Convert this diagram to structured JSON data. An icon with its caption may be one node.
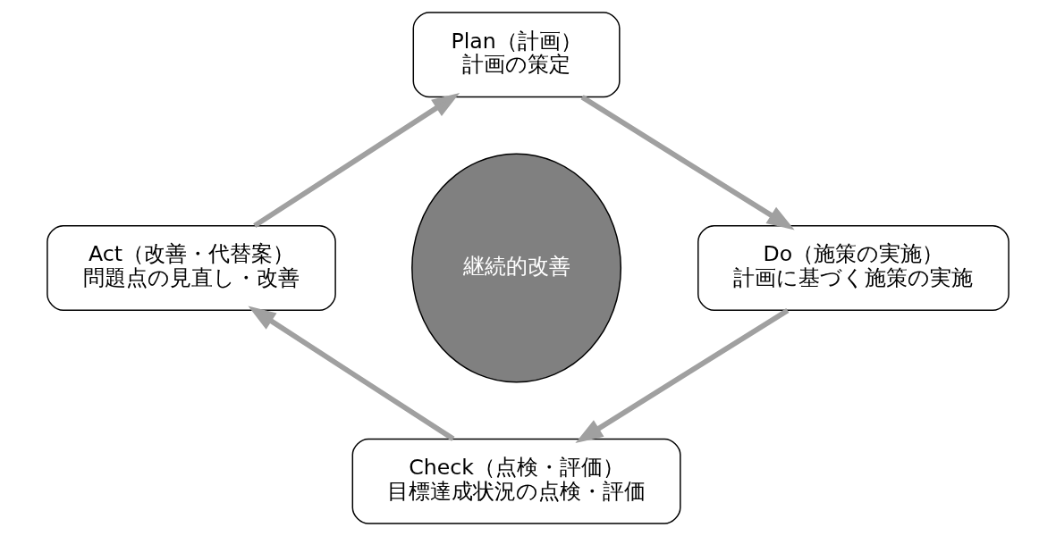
{
  "diagram": {
    "nodes": [
      {
        "text": [
          "Plan（計画）",
          "計画の策定"
        ]
      },
      {
        "text": [
          "Do（施策の実施）",
          "計画に基づく施策の実施"
        ]
      },
      {
        "text": [
          "Check（点検・評価）",
          "目標達成状況の点検・評価"
        ]
      },
      {
        "text": [
          "Act（改善・代替案）",
          "問題点の見直し・改善"
        ]
      },
      {
        "text": [
          "継続的改善"
        ]
      }
    ],
    "edges": [
      {
        "from": 0,
        "to": 1,
        "arrow": "to"
      },
      {
        "from": 1,
        "to": 2,
        "arrow": "to"
      },
      {
        "from": 2,
        "to": 3,
        "arrow": "to"
      },
      {
        "from": 3,
        "to": 0,
        "arrow": "to"
      }
    ]
  }
}
